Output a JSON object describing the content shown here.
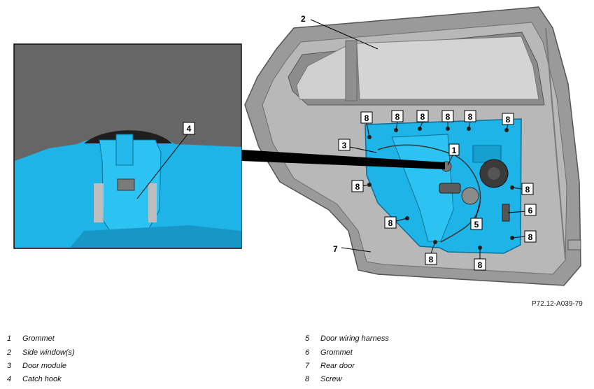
{
  "figure": {
    "reference_code": "P72.12-A039-79",
    "callouts": {
      "c1": "1",
      "c2": "2",
      "c3": "3",
      "c4": "4",
      "c5": "5",
      "c6": "6",
      "c7": "7",
      "c8": "8"
    }
  },
  "legend": [
    {
      "number": "1",
      "label": "Grommet"
    },
    {
      "number": "2",
      "label": "Side window(s)"
    },
    {
      "number": "3",
      "label": "Door module"
    },
    {
      "number": "4",
      "label": "Catch hook"
    },
    {
      "number": "5",
      "label": "Door wiring harness"
    },
    {
      "number": "6",
      "label": "Grommet"
    },
    {
      "number": "7",
      "label": "Rear door"
    },
    {
      "number": "8",
      "label": "Screw"
    }
  ],
  "colors": {
    "door_shell": "#9a9a9a",
    "door_inner": "#b8b8b8",
    "window_glass": "#d4d4d4",
    "door_module": "#1fb4e8",
    "detail_background": "#666666"
  }
}
